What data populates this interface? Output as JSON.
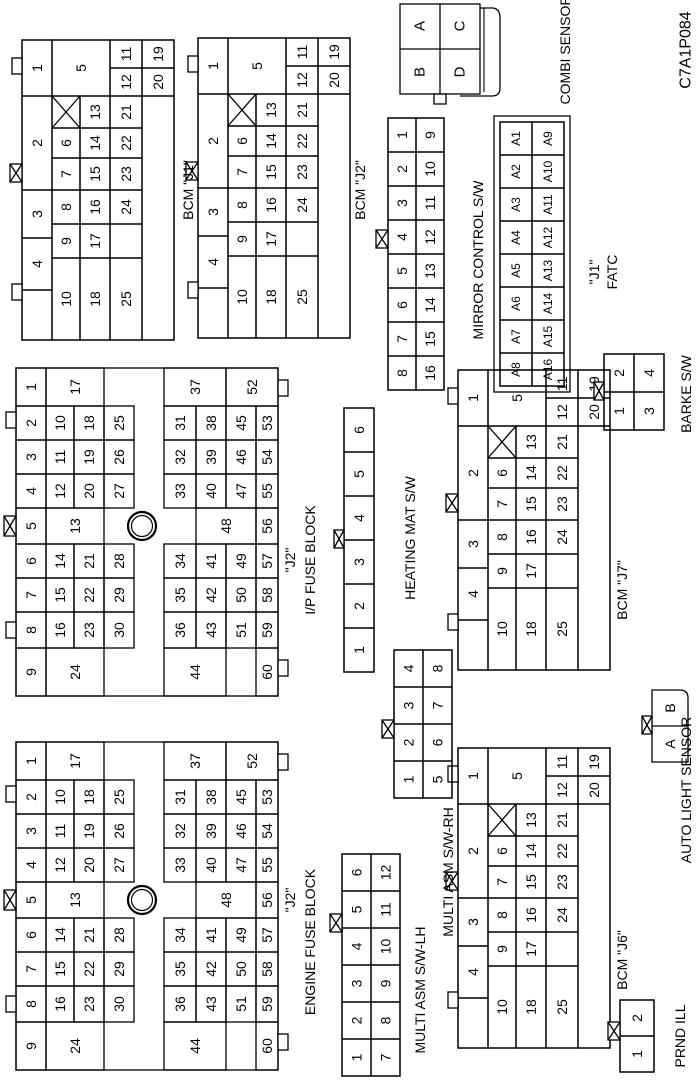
{
  "figure_id": "C7A1P084",
  "connectors": {
    "engine_fuse_block": {
      "title": "ENGINE FUSE BLOCK",
      "tag": "\"J2\"",
      "pins": {
        "p1": "1",
        "p2": "2",
        "p3": "3",
        "p4": "4",
        "p5": "5",
        "p6": "6",
        "p7": "7",
        "p8": "8",
        "p9": "9",
        "p10": "10",
        "p11": "11",
        "p12": "12",
        "p13": "13",
        "p14": "14",
        "p15": "15",
        "p16": "16",
        "p17": "17",
        "p18": "18",
        "p19": "19",
        "p20": "20",
        "p21": "21",
        "p22": "22",
        "p23": "23",
        "p24": "24",
        "p25": "25",
        "p26": "26",
        "p27": "27",
        "p28": "28",
        "p29": "29",
        "p30": "30",
        "p31": "31",
        "p32": "32",
        "p33": "33",
        "p34": "34",
        "p35": "35",
        "p36": "36",
        "p37": "37",
        "p38": "38",
        "p39": "39",
        "p40": "40",
        "p41": "41",
        "p42": "42",
        "p43": "43",
        "p44": "44",
        "p45": "45",
        "p46": "46",
        "p47": "47",
        "p48": "48",
        "p49": "49",
        "p50": "50",
        "p51": "51",
        "p52": "52",
        "p53": "53",
        "p54": "54",
        "p55": "55",
        "p56": "56",
        "p57": "57",
        "p58": "58",
        "p59": "59",
        "p60": "60"
      }
    },
    "ip_fuse_block": {
      "title": "I/P FUSE BLOCK",
      "tag": "\"J2\"",
      "pins": {
        "p1": "1",
        "p2": "2",
        "p3": "3",
        "p4": "4",
        "p5": "5",
        "p6": "6",
        "p7": "7",
        "p8": "8",
        "p9": "9",
        "p10": "10",
        "p11": "11",
        "p12": "12",
        "p13": "13",
        "p14": "14",
        "p15": "15",
        "p16": "16",
        "p17": "17",
        "p18": "18",
        "p19": "19",
        "p20": "20",
        "p21": "21",
        "p22": "22",
        "p23": "23",
        "p24": "24",
        "p25": "25",
        "p26": "26",
        "p27": "27",
        "p28": "28",
        "p29": "29",
        "p30": "30",
        "p31": "31",
        "p32": "32",
        "p33": "33",
        "p34": "34",
        "p35": "35",
        "p36": "36",
        "p37": "37",
        "p38": "38",
        "p39": "39",
        "p40": "40",
        "p41": "41",
        "p42": "42",
        "p43": "43",
        "p44": "44",
        "p45": "45",
        "p46": "46",
        "p47": "47",
        "p48": "48",
        "p49": "49",
        "p50": "50",
        "p51": "51",
        "p52": "52",
        "p53": "53",
        "p54": "54",
        "p55": "55",
        "p56": "56",
        "p57": "57",
        "p58": "58",
        "p59": "59",
        "p60": "60"
      }
    },
    "bcm_j1": {
      "title": "BCM \"J1\"",
      "pins": {
        "p1": "1",
        "p2": "2",
        "p3": "3",
        "p4": "4",
        "p5": "5",
        "p6": "6",
        "p7": "7",
        "p8": "8",
        "p9": "9",
        "p10": "10",
        "p11": "11",
        "p12": "12",
        "p13": "13",
        "p14": "14",
        "p15": "15",
        "p16": "16",
        "p17": "17",
        "p18": "18",
        "p19": "19",
        "p20": "20",
        "p21": "21",
        "p22": "22",
        "p23": "23",
        "p24": "24",
        "p25": "25"
      }
    },
    "bcm_j2": {
      "title": "BCM \"J2\"",
      "pins": {
        "p1": "1",
        "p2": "2",
        "p3": "3",
        "p4": "4",
        "p5": "5",
        "p6": "6",
        "p7": "7",
        "p8": "8",
        "p9": "9",
        "p10": "10",
        "p11": "11",
        "p12": "12",
        "p13": "13",
        "p14": "14",
        "p15": "15",
        "p16": "16",
        "p17": "17",
        "p18": "18",
        "p19": "19",
        "p20": "20",
        "p21": "21",
        "p22": "22",
        "p23": "23",
        "p24": "24",
        "p25": "25"
      }
    },
    "bcm_j7": {
      "title": "BCM \"J7\"",
      "pins": {
        "p1": "1",
        "p2": "2",
        "p3": "3",
        "p4": "4",
        "p5": "5",
        "p6": "6",
        "p7": "7",
        "p8": "8",
        "p9": "9",
        "p10": "10",
        "p11": "11",
        "p12": "12",
        "p13": "13",
        "p14": "14",
        "p15": "15",
        "p16": "16",
        "p17": "17",
        "p18": "18",
        "p19": "19",
        "p20": "20",
        "p21": "21",
        "p22": "22",
        "p23": "23",
        "p24": "24",
        "p25": "25"
      }
    },
    "bcm_j6": {
      "title": "BCM \"J6\"",
      "pins": {
        "p1": "1",
        "p2": "2",
        "p3": "3",
        "p4": "4",
        "p5": "5",
        "p6": "6",
        "p7": "7",
        "p8": "8",
        "p9": "9",
        "p10": "10",
        "p11": "11",
        "p12": "12",
        "p13": "13",
        "p14": "14",
        "p15": "15",
        "p16": "16",
        "p17": "17",
        "p18": "18",
        "p19": "19",
        "p20": "20",
        "p21": "21",
        "p22": "22",
        "p23": "23",
        "p24": "24",
        "p25": "25"
      }
    },
    "combi_sensor": {
      "title": "COMBI SENSOR",
      "pins": {
        "a": "A",
        "b": "B",
        "c": "C",
        "d": "D"
      }
    },
    "mirror_control": {
      "title": "MIRROR CONTROL S/W",
      "pins": {
        "p1": "1",
        "p2": "2",
        "p3": "3",
        "p4": "4",
        "p5": "5",
        "p6": "6",
        "p7": "7",
        "p8": "8",
        "p9": "9",
        "p10": "10",
        "p11": "11",
        "p12": "12",
        "p13": "13",
        "p14": "14",
        "p15": "15",
        "p16": "16"
      }
    },
    "fatc": {
      "tag": "\"J1\"",
      "title": "FATC",
      "pins": {
        "a1": "A1",
        "a2": "A2",
        "a3": "A3",
        "a4": "A4",
        "a5": "A5",
        "a6": "A6",
        "a7": "A7",
        "a8": "A8",
        "a9": "A9",
        "a10": "A10",
        "a11": "A11",
        "a12": "A12",
        "a13": "A13",
        "a14": "A14",
        "a15": "A15",
        "a16": "A16"
      }
    },
    "heating_mat": {
      "title": "HEATING MAT S/W",
      "pins": {
        "p1": "1",
        "p2": "2",
        "p3": "3",
        "p4": "4",
        "p5": "5",
        "p6": "6"
      }
    },
    "brake_sw": {
      "title": "BARKE S/W",
      "pins": {
        "p1": "1",
        "p2": "2",
        "p3": "3",
        "p4": "4"
      }
    },
    "multi_asm_rh": {
      "title": "MULTI ASM S/W-RH",
      "pins": {
        "p1": "1",
        "p2": "2",
        "p3": "3",
        "p4": "4",
        "p5": "5",
        "p6": "6",
        "p7": "7",
        "p8": "8"
      }
    },
    "multi_asm_lh": {
      "title": "MULTI ASM S/W-LH",
      "pins": {
        "p1": "1",
        "p2": "2",
        "p3": "3",
        "p4": "4",
        "p5": "5",
        "p6": "6",
        "p7": "7",
        "p8": "8",
        "p9": "9",
        "p10": "10",
        "p11": "11",
        "p12": "12"
      }
    },
    "auto_light_sensor": {
      "title": "AUTO LIGHT SENSOR",
      "pins": {
        "a": "A",
        "b": "B"
      }
    },
    "prnd_ill": {
      "title": "PRND ILL",
      "pins": {
        "p1": "1",
        "p2": "2"
      }
    }
  }
}
